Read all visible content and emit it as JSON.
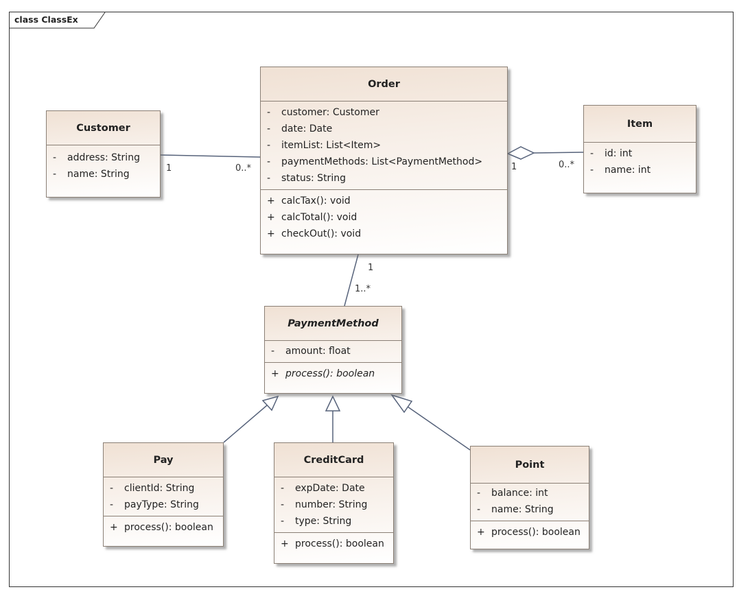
{
  "frame": {
    "label": "class ClassEx"
  },
  "classes": {
    "order": {
      "name": "Order",
      "attributes": [
        {
          "vis": "-",
          "text": "customer: Customer"
        },
        {
          "vis": "-",
          "text": "date: Date"
        },
        {
          "vis": "-",
          "text": "itemList: List<Item>"
        },
        {
          "vis": "-",
          "text": "paymentMethods: List<PaymentMethod>"
        },
        {
          "vis": "-",
          "text": "status: String"
        }
      ],
      "operations": [
        {
          "vis": "+",
          "text": "calcTax(): void"
        },
        {
          "vis": "+",
          "text": "calcTotal(): void"
        },
        {
          "vis": "+",
          "text": "checkOut(): void"
        }
      ]
    },
    "customer": {
      "name": "Customer",
      "attributes": [
        {
          "vis": "-",
          "text": "address: String"
        },
        {
          "vis": "-",
          "text": "name: String"
        }
      ],
      "operations": []
    },
    "item": {
      "name": "Item",
      "attributes": [
        {
          "vis": "-",
          "text": "id: int"
        },
        {
          "vis": "-",
          "text": "name: int"
        }
      ],
      "operations": []
    },
    "payment": {
      "name": "PaymentMethod",
      "abstract": true,
      "attributes": [
        {
          "vis": "-",
          "text": "amount: float"
        }
      ],
      "operations": [
        {
          "vis": "+",
          "text": "process(): boolean",
          "abstract": true
        }
      ]
    },
    "pay": {
      "name": "Pay",
      "attributes": [
        {
          "vis": "-",
          "text": "clientId: String"
        },
        {
          "vis": "-",
          "text": "payType: String"
        }
      ],
      "operations": [
        {
          "vis": "+",
          "text": "process(): boolean"
        }
      ]
    },
    "credit": {
      "name": "CreditCard",
      "attributes": [
        {
          "vis": "-",
          "text": "expDate: Date"
        },
        {
          "vis": "-",
          "text": "number: String"
        },
        {
          "vis": "-",
          "text": "type: String"
        }
      ],
      "operations": [
        {
          "vis": "+",
          "text": "process(): boolean"
        }
      ]
    },
    "point": {
      "name": "Point",
      "attributes": [
        {
          "vis": "-",
          "text": "balance: int"
        },
        {
          "vis": "-",
          "text": "name: String"
        }
      ],
      "operations": [
        {
          "vis": "+",
          "text": "process(): boolean"
        }
      ]
    }
  },
  "multiplicities": {
    "customer_end": "1",
    "order_customer_end": "0..*",
    "order_item_end": "1",
    "item_end": "0..*",
    "order_payment_end": "1",
    "payment_end": "1..*"
  },
  "colors": {
    "line": "#56627a",
    "border": "#8a7f75",
    "fill_top": "#f0e1d4"
  }
}
